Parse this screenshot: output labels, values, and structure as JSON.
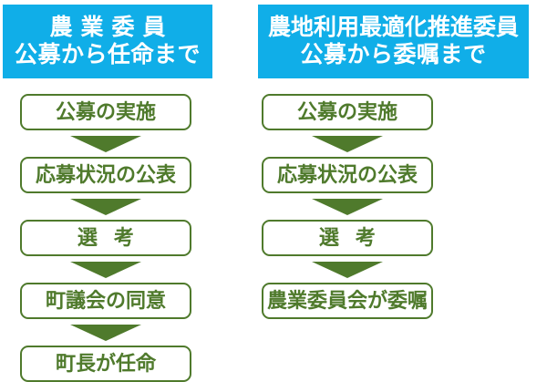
{
  "colors": {
    "banner_blue": "#10AEE8",
    "flow_green": "#4F7A2C",
    "banner_text": "#FFFFFF",
    "background": "#FFFFFF"
  },
  "columns": [
    {
      "id": "nougyou-iin",
      "header": {
        "line1": "農業委員",
        "line2": "公募から任命まで"
      },
      "steps": [
        {
          "label": "公募の実施"
        },
        {
          "label": "応募状況の公表"
        },
        {
          "label": "選考",
          "spaced": true
        },
        {
          "label": "町議会の同意"
        },
        {
          "label": "町長が任命"
        }
      ]
    },
    {
      "id": "nouchi-riyou-saitekika-suishin-iin",
      "header": {
        "line1": "農地利用最適化推進委員",
        "line2": "公募から委嘱まで"
      },
      "steps": [
        {
          "label": "公募の実施"
        },
        {
          "label": "応募状況の公表"
        },
        {
          "label": "選考",
          "spaced": true
        },
        {
          "label": "農業委員会が委嘱"
        }
      ]
    }
  ]
}
